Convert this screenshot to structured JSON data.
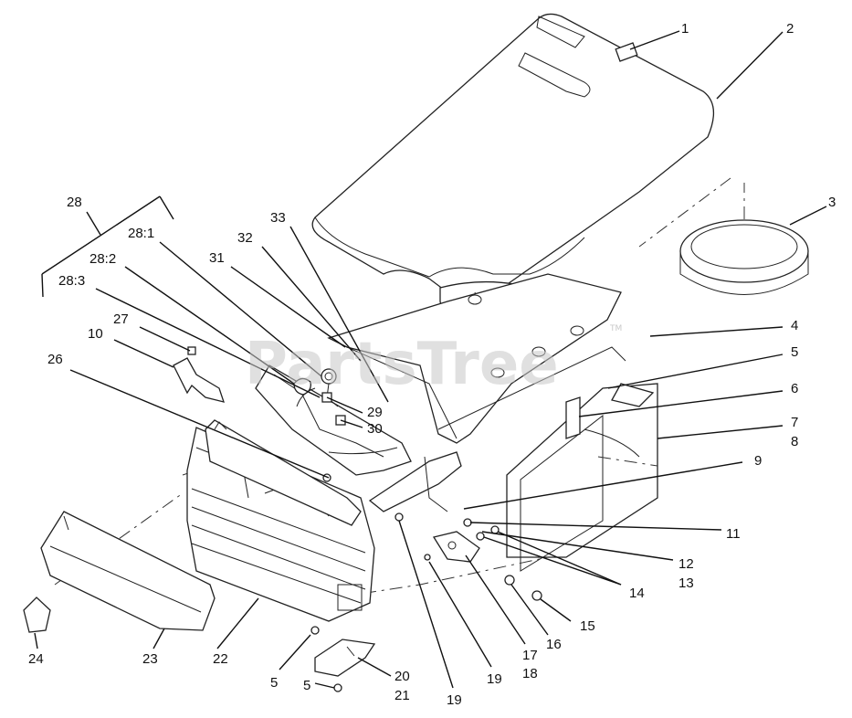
{
  "watermark": {
    "text": "PartsTree",
    "trademark": "TM"
  },
  "callouts": [
    {
      "id": "c1",
      "text": "1"
    },
    {
      "id": "c2",
      "text": "2"
    },
    {
      "id": "c3",
      "text": "3"
    },
    {
      "id": "c4",
      "text": "4"
    },
    {
      "id": "c5a",
      "text": "5"
    },
    {
      "id": "c6",
      "text": "6"
    },
    {
      "id": "c7",
      "text": "7"
    },
    {
      "id": "c8",
      "text": "8"
    },
    {
      "id": "c9",
      "text": "9"
    },
    {
      "id": "c11",
      "text": "11"
    },
    {
      "id": "c12",
      "text": "12"
    },
    {
      "id": "c13",
      "text": "13"
    },
    {
      "id": "c14",
      "text": "14"
    },
    {
      "id": "c15",
      "text": "15"
    },
    {
      "id": "c16",
      "text": "16"
    },
    {
      "id": "c17",
      "text": "17"
    },
    {
      "id": "c18",
      "text": "18"
    },
    {
      "id": "c19a",
      "text": "19"
    },
    {
      "id": "c19b",
      "text": "19"
    },
    {
      "id": "c20",
      "text": "20"
    },
    {
      "id": "c21",
      "text": "21"
    },
    {
      "id": "c5b",
      "text": "5"
    },
    {
      "id": "c5c",
      "text": "5"
    },
    {
      "id": "c22",
      "text": "22"
    },
    {
      "id": "c23",
      "text": "23"
    },
    {
      "id": "c24",
      "text": "24"
    },
    {
      "id": "c26",
      "text": "26"
    },
    {
      "id": "c10",
      "text": "10"
    },
    {
      "id": "c27",
      "text": "27"
    },
    {
      "id": "c28",
      "text": "28"
    },
    {
      "id": "c28_1",
      "text": "28:1"
    },
    {
      "id": "c28_2",
      "text": "28:2"
    },
    {
      "id": "c28_3",
      "text": "28:3"
    },
    {
      "id": "c29",
      "text": "29"
    },
    {
      "id": "c30",
      "text": "30"
    },
    {
      "id": "c31",
      "text": "31"
    },
    {
      "id": "c32",
      "text": "32"
    },
    {
      "id": "c33",
      "text": "33"
    }
  ]
}
